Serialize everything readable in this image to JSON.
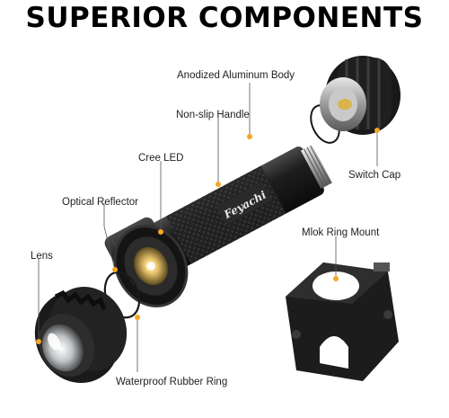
{
  "title": "SUPERIOR COMPONENTS",
  "brand": "Feyachi",
  "labels": {
    "anodized_body": "Anodized Aluminum Body",
    "non_slip_handle": "Non-slip Handle",
    "cree_led": "Cree LED",
    "optical_reflector": "Optical Reflector",
    "lens": "Lens",
    "switch_cap": "Switch Cap",
    "mlok_mount": "Mlok Ring Mount",
    "rubber_ring": "Waterproof Rubber Ring"
  },
  "colors": {
    "callout_dot": "#f5a623",
    "body": "#1b1b1b"
  }
}
